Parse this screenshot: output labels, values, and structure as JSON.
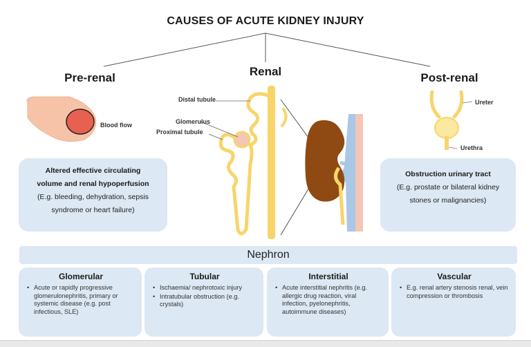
{
  "title": "CAUSES OF ACUTE KIDNEY INJURY",
  "prerenal": {
    "heading": "Pre-renal",
    "blood_flow_label": "Blood flow",
    "box_bold": [
      "Altered effective circulating",
      "volume and renal hypoperfusion"
    ],
    "box_text": [
      "(E.g. bleeding, dehydration, sepsis",
      "syndrome or heart failure)"
    ]
  },
  "renal": {
    "heading": "Renal",
    "labels": {
      "distal_tubule": "Distal tubule",
      "glomerulus": "Glomerulus",
      "proximal_tubule": "Proximal tubule"
    }
  },
  "postrenal": {
    "heading": "Post-renal",
    "ureter_label": "Ureter",
    "urethra_label": "Urethra",
    "box_bold": "Obstruction urinary tract",
    "box_text": [
      "(E.g. prostate or bilateral kidney",
      "stones or malignancies)"
    ]
  },
  "nephron": "Nephron",
  "categories": [
    {
      "title": "Glomerular",
      "items": [
        "Acute or rapidly progressive glomerulonephritis, primary or systemic disease (e.g. post infectious, SLE)"
      ]
    },
    {
      "title": "Tubular",
      "items": [
        "Ischaemia/ nephrotoxic injury",
        "Intratubular obstruction (e.g. crystals)"
      ]
    },
    {
      "title": "Interstitial",
      "items": [
        "Acute interstitial nephritis (e.g. allergic drug reaction, viral infection, pyelonephritis, autoimmune diseases)"
      ]
    },
    {
      "title": "Vascular",
      "items": [
        "E.g. renal artery stenosis renal, vein compression or thrombosis"
      ]
    }
  ],
  "colors": {
    "panel_bg": "#dce8f3",
    "nephron_yellow": "#f7d56a",
    "vessel_skin": "#f6c3a8",
    "vessel_red": "#e8604f",
    "kidney_brown": "#8e4a12",
    "vein_blue": "#a9c7e6",
    "artery_pink": "#f4c6b5",
    "bladder_yellow": "#fbe9a0"
  }
}
